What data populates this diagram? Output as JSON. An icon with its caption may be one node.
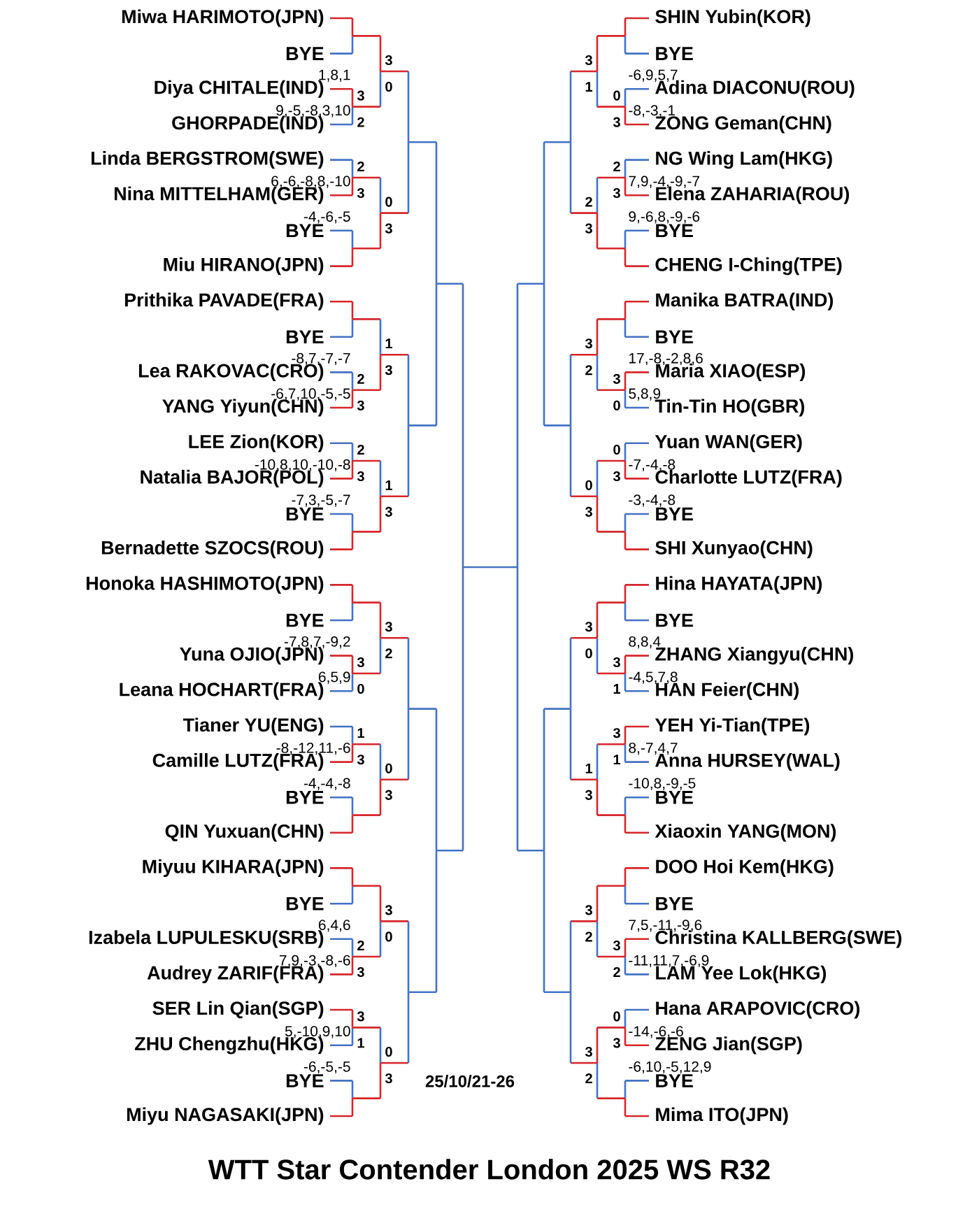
{
  "diagram": {
    "title": "WTT Star Contender London 2025 WS R32",
    "nodes": [
      {
        "text": [
          "Miwa HARIMOTO(JPN)"
        ]
      },
      {
        "text": [
          "BYE"
        ]
      },
      {
        "text": [
          "Diya CHITALE(IND)"
        ],
        "beside": [
          "1,8,1"
        ]
      },
      {
        "text": [
          "GHORPADE(IND)"
        ],
        "beside": [
          "9,-5,-8,3,10"
        ]
      },
      {
        "text": [
          "Linda BERGSTROM(SWE)"
        ]
      },
      {
        "text": [
          "Nina MITTELHAM(GER)"
        ],
        "beside": [
          "6,-6,-8,8,-10"
        ]
      },
      {
        "text": [
          "BYE"
        ],
        "beside": [
          "-4,-6,-5"
        ]
      },
      {
        "text": [
          "Miu HIRANO(JPN)"
        ]
      },
      {
        "text": [
          "Prithika PAVADE(FRA)"
        ]
      },
      {
        "text": [
          "BYE"
        ]
      },
      {
        "text": [
          "Lea RAKOVAC(CRO)"
        ],
        "beside": [
          "-8,7,-7,-7"
        ]
      },
      {
        "text": [
          "YANG Yiyun(CHN)"
        ],
        "beside": [
          "-6,7,10,-5,-5"
        ]
      },
      {
        "text": [
          "LEE Zion(KOR)"
        ]
      },
      {
        "text": [
          "Natalia BAJOR(POL)"
        ],
        "beside": [
          "-10,8,10,-10,-8"
        ]
      },
      {
        "text": [
          "BYE"
        ],
        "beside": [
          "-7,3,-5,-7"
        ]
      },
      {
        "text": [
          "Bernadette SZOCS(ROU)"
        ]
      },
      {
        "text": [
          "Honoka HASHIMOTO(JPN)"
        ]
      },
      {
        "text": [
          "BYE"
        ]
      },
      {
        "text": [
          "Yuna OJIO(JPN)"
        ],
        "beside": [
          "-7,8,7,-9,2"
        ]
      },
      {
        "text": [
          "Leana HOCHART(FRA)"
        ],
        "beside": [
          "6,5,9"
        ]
      },
      {
        "text": [
          "Tianer YU(ENG)"
        ]
      },
      {
        "text": [
          "Camille LUTZ(FRA)"
        ],
        "beside": [
          "-8,-12,11,-6"
        ]
      },
      {
        "text": [
          "BYE"
        ],
        "beside": [
          "-4,-4,-8"
        ]
      },
      {
        "text": [
          "QIN Yuxuan(CHN)"
        ]
      },
      {
        "text": [
          "Miyuu KIHARA(JPN)"
        ]
      },
      {
        "text": [
          "BYE"
        ]
      },
      {
        "text": [
          "Izabela LUPULESKU(SRB)"
        ],
        "beside": [
          "6,4,6"
        ]
      },
      {
        "text": [
          "Audrey ZARIF(FRA)"
        ],
        "beside": [
          "7,9,-3,-8,-6"
        ]
      },
      {
        "text": [
          "SER Lin Qian(SGP)"
        ]
      },
      {
        "text": [
          "ZHU Chengzhu(HKG)"
        ],
        "beside": [
          "5,-10,9,10"
        ]
      },
      {
        "text": [
          "BYE"
        ],
        "beside": [
          "-6,-5,-5"
        ]
      },
      {
        "text": [
          "Miyu NAGASAKI(JPN)"
        ]
      },
      {
        "text": [
          "SHIN Yubin(KOR)"
        ]
      },
      {
        "text": [
          "BYE"
        ]
      },
      {
        "text": [
          "Adina DIACONU(ROU)"
        ],
        "beside": [
          "-6,9,5,7"
        ]
      },
      {
        "text": [
          "ZONG Geman(CHN)"
        ],
        "beside": [
          "-8,-3,-1"
        ]
      },
      {
        "text": [
          "NG Wing Lam(HKG)"
        ]
      },
      {
        "text": [
          "Elena ZAHARIA(ROU)"
        ],
        "beside": [
          "7,9,-4,-9,-7"
        ]
      },
      {
        "text": [
          "BYE"
        ],
        "beside": [
          "9,-6,8,-9,-6"
        ]
      },
      {
        "text": [
          "CHENG I-Ching(TPE)"
        ]
      },
      {
        "text": [
          "Manika BATRA(IND)"
        ]
      },
      {
        "text": [
          "BYE"
        ]
      },
      {
        "text": [
          "Maria XIAO(ESP)"
        ],
        "beside": [
          "17,-8,-2,8,6"
        ]
      },
      {
        "text": [
          "Tin-Tin HO(GBR)"
        ],
        "beside": [
          "5,8,9"
        ]
      },
      {
        "text": [
          "Yuan WAN(GER)"
        ]
      },
      {
        "text": [
          "Charlotte LUTZ(FRA)"
        ],
        "beside": [
          "-7,-4,-8"
        ]
      },
      {
        "text": [
          "BYE"
        ],
        "beside": [
          "-3,-4,-8"
        ]
      },
      {
        "text": [
          "SHI Xunyao(CHN)"
        ]
      },
      {
        "text": [
          "Hina HAYATA(JPN)"
        ]
      },
      {
        "text": [
          "BYE"
        ]
      },
      {
        "text": [
          "ZHANG Xiangyu(CHN)"
        ],
        "beside": [
          "8,8,4"
        ]
      },
      {
        "text": [
          "HAN Feier(CHN)"
        ],
        "beside": [
          "-4,5,7,8"
        ]
      },
      {
        "text": [
          "YEH Yi-Tian(TPE)"
        ]
      },
      {
        "text": [
          "Anna HURSEY(WAL)"
        ],
        "beside": [
          "8,-7,4,7"
        ]
      },
      {
        "text": [
          "BYE"
        ],
        "beside": [
          "-10,8,-9,-5"
        ]
      },
      {
        "text": [
          "Xiaoxin YANG(MON)"
        ]
      },
      {
        "text": [
          "DOO Hoi Kem(HKG)"
        ]
      },
      {
        "text": [
          "BYE"
        ]
      },
      {
        "text": [
          "Christina KALLBERG(SWE)"
        ],
        "beside": [
          "7,5,-11,-9,6"
        ]
      },
      {
        "text": [
          "LAM Yee Lok(HKG)"
        ],
        "beside": [
          "-11,11,7,-6,9"
        ]
      },
      {
        "text": [
          "Hana ARAPOVIC(CRO)"
        ]
      },
      {
        "text": [
          "ZENG Jian(SGP)"
        ],
        "beside": [
          "-14,-6,-6"
        ]
      },
      {
        "text": [
          "BYE"
        ],
        "beside": [
          "-6,10,-5,12,9"
        ]
      },
      {
        "text": [
          "Mima ITO(JPN)"
        ]
      }
    ],
    "labels": [
      "3",
      "2",
      "2",
      "3",
      "3",
      "0",
      "0",
      "3",
      "2",
      "3",
      "2",
      "3",
      "1",
      "3",
      "1",
      "3",
      "3",
      "0",
      "1",
      "3",
      "3",
      "2",
      "0",
      "3",
      "2",
      "3",
      "3",
      "1",
      "3",
      "0",
      "0",
      "3",
      "0",
      "3",
      "2",
      "3",
      "3",
      "1",
      "2",
      "3",
      "3",
      "0",
      "0",
      "3",
      "3",
      "2",
      "0",
      "3",
      "3",
      "1",
      "3",
      "1",
      "3",
      "0",
      "1",
      "3",
      "3",
      "2",
      "0",
      "3",
      "3",
      "2",
      "3",
      "2",
      "25/10/21-26"
    ]
  }
}
